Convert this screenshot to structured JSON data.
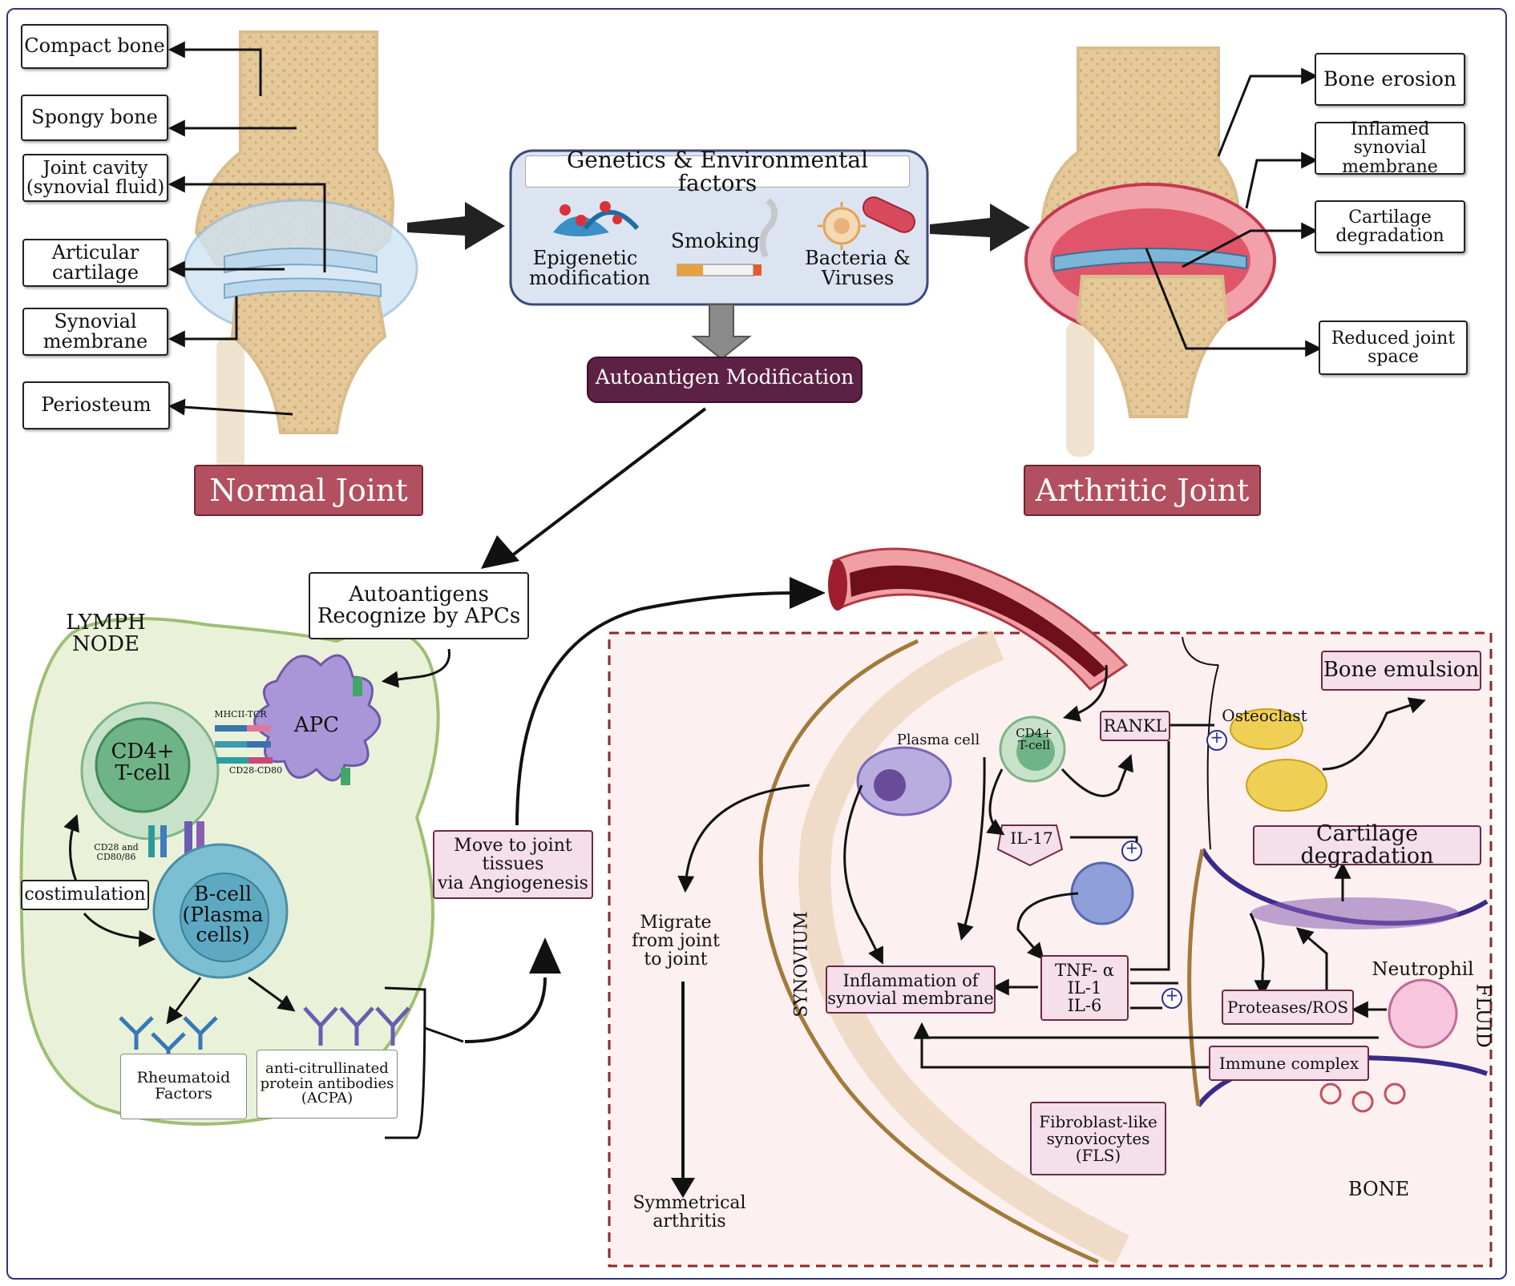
{
  "normal_joint": {
    "title": "Normal Joint",
    "labels": [
      "Compact bone",
      "Spongy bone",
      "Joint cavity\n(synovial fluid)",
      "Articular\ncartilage",
      "Synovial\nmembrane",
      "Periosteum"
    ]
  },
  "arthritic_joint": {
    "title": "Arthritic Joint",
    "labels": [
      "Bone erosion",
      "Inflamed synovial\nmembrane",
      "Cartilage\ndegradation",
      "Reduced joint\nspace"
    ]
  },
  "factors": {
    "title": "Genetics & Environmental factors",
    "items": [
      "Epigenetic\nmodification",
      "Smoking",
      "Bacteria &\nViruses"
    ]
  },
  "autoantigen_modification": "Autoantigen Modification",
  "lymph_node": {
    "title": "LYMPH\nNODE",
    "recognize": "Autoantigens\nRecognize by APCs",
    "cd4": "CD4+\nT-cell",
    "apc": "APC",
    "mhc_tcr": "MHCII-TCR",
    "cd28_cd80": "CD28-CD80",
    "cd28_cd8086": "CD28 and\nCD80/86",
    "costimulation": "costimulation",
    "bcell": "B-cell\n(Plasma\ncells)",
    "rf": "Rheumatoid\nFactors",
    "acpa": "anti-citrullinated\nprotein antibodies\n(ACPA)"
  },
  "angiogenesis": "Move to joint\ntissues\nvia Angiogenesis",
  "synovium_panel": {
    "synovium": "SYNOVIUM",
    "fluid": "FLUID",
    "bone": "BONE",
    "plasma_cell": "Plasma cell",
    "cd4_tcell": "CD4+\nT-cell",
    "rankl": "RANKL",
    "osteoclast": "Osteoclast",
    "bone_emulsion": "Bone emulsion",
    "cartilage_degradation": "Cartilage degradation",
    "il17": "IL-17",
    "cytokines": "TNF- α\nIL-1\nIL-6",
    "inflammation": "Inflammation of\nsynovial membrane",
    "neutrophil": "Neutrophil",
    "proteases": "Proteases/ROS",
    "immune_complex": "Immune complex",
    "fls": "Fibroblast-like\nsynoviocytes\n(FLS)",
    "migrate": "Migrate\nfrom joint\nto joint",
    "symmetrical": "Symmetrical\narthritis",
    "plus": "+"
  },
  "colors": {
    "bone": "#e8cfa1",
    "cartilage": "#bcd8ec",
    "inflamed": "#e2536b",
    "panel_bg": "#fdf0f0",
    "panel_border": "#8a2a2a",
    "title_red": "#b2505f",
    "autoantigen": "#5e2146",
    "lymph": "#e9f2d9",
    "tcell": "#8cc79a",
    "bcell": "#7cbfd3",
    "apc": "#a996d8"
  },
  "icons": [
    "dna-icon",
    "cigarette-icon",
    "virus-icon",
    "bacteria-icon",
    "antibody-icon",
    "blood-vessel-icon",
    "osteoclast-icon",
    "neutrophil-icon",
    "plus-icon"
  ]
}
